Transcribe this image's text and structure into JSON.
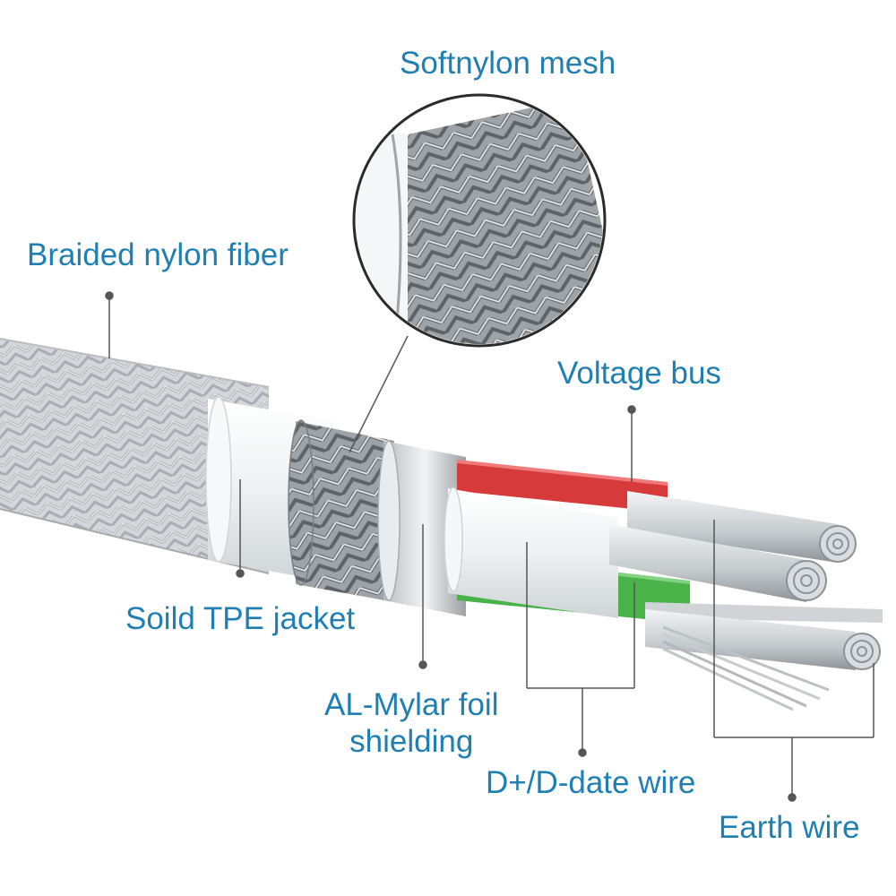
{
  "labels": {
    "softnylon_mesh": "Softnylon mesh",
    "braided_nylon_fiber": "Braided nylon fiber",
    "voltage_bus": "Voltage bus",
    "solid_tpe_jacket": "Soild TPE jacket",
    "al_mylar_line1": "AL-Mylar foil",
    "al_mylar_line2": "shielding",
    "data_wire": "D+/D-date wire",
    "earth_wire": "Earth wire"
  },
  "colors": {
    "label_text": "#1f7fb3",
    "leader_line": "#555555",
    "braid": "#c9cdd0",
    "jacket": "#f4f6f7",
    "foil": "#d9dcdf",
    "red_insulation": "#d63a3a",
    "green_insulation": "#49b34a",
    "conductor": "#cfd3d6"
  }
}
